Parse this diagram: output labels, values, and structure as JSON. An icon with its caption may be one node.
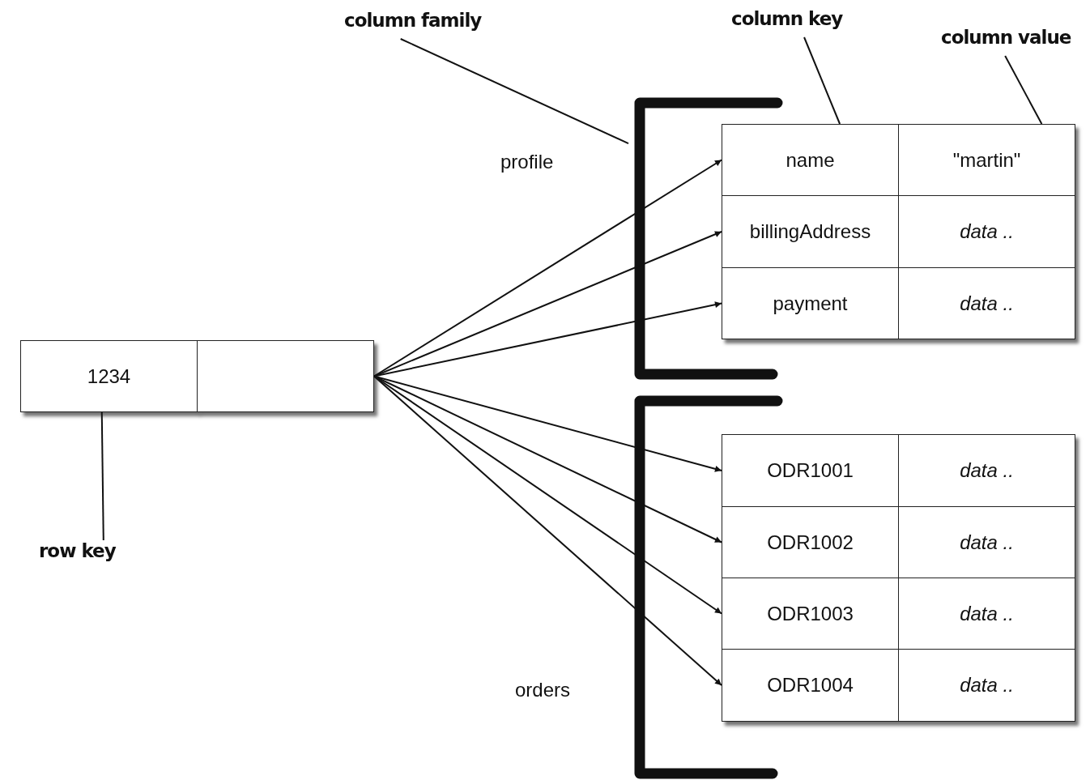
{
  "diagram": {
    "nodes": [
      {
        "text": [
          "1234"
        ]
      },
      {
        "text": [],
        "shape": "box"
      },
      {
        "text": [],
        "shape": "bracket"
      },
      {
        "text": [
          "name"
        ],
        "in": 2
      },
      {
        "text": [
          "\"martin\""
        ],
        "in": 2
      },
      {
        "text": [
          "billingAddress"
        ],
        "in": 2
      },
      {
        "text": [
          "data .."
        ],
        "in": 2
      },
      {
        "text": [
          "payment"
        ],
        "in": 2
      },
      {
        "text": [
          "data .."
        ],
        "in": 2
      },
      {
        "text": [],
        "shape": "bracket"
      },
      {
        "text": [
          "ODR1001"
        ],
        "in": 9
      },
      {
        "text": [
          "data .."
        ],
        "in": 9
      },
      {
        "text": [
          "ODR1002"
        ],
        "in": 9
      },
      {
        "text": [
          "data .."
        ],
        "in": 9
      },
      {
        "text": [
          "ODR1003"
        ],
        "in": 9
      },
      {
        "text": [
          "data .."
        ],
        "in": 9
      },
      {
        "text": [
          "ODR1004"
        ],
        "in": 9
      },
      {
        "text": [
          "data .."
        ],
        "in": 9
      },
      {
        "text": [
          "column family"
        ]
      },
      {
        "text": [
          "column key"
        ]
      },
      {
        "text": [
          "column value"
        ]
      },
      {
        "text": [
          "row key"
        ]
      }
    ],
    "edges": [
      {
        "from": 1,
        "to": 3,
        "arrow": "to"
      },
      {
        "from": 1,
        "to": 5,
        "arrow": "to"
      },
      {
        "from": 1,
        "to": 7,
        "arrow": "to"
      },
      {
        "from": 1,
        "to": 10,
        "arrow": "to"
      },
      {
        "from": 1,
        "to": 12,
        "arrow": "to"
      },
      {
        "from": 1,
        "to": 14,
        "arrow": "to"
      },
      {
        "from": 1,
        "to": 16,
        "arrow": "to"
      },
      {
        "from": 18,
        "to": 2,
        "arrow": "none"
      },
      {
        "from": 19,
        "to": 3,
        "arrow": "none"
      },
      {
        "from": 20,
        "to": 4,
        "arrow": "none"
      },
      {
        "from": 21,
        "to": 0,
        "arrow": "none"
      }
    ],
    "labels": [
      "profile",
      "orders"
    ]
  }
}
